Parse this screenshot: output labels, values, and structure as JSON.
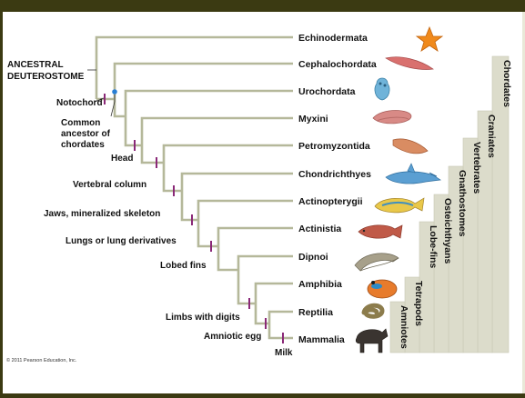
{
  "root_label_line1": "ANCESTRAL",
  "root_label_line2": "DEUTEROSTOME",
  "taxa": [
    "Echinodermata",
    "Cephalochordata",
    "Urochordata",
    "Myxini",
    "Petromyzontida",
    "Chondrichthyes",
    "Actinopterygii",
    "Actinistia",
    "Dipnoi",
    "Amphibia",
    "Reptilia",
    "Mammalia"
  ],
  "characters": {
    "notochord": "Notochord",
    "common_ancestor_1": "Common",
    "common_ancestor_2": "ancestor of",
    "common_ancestor_3": "chordates",
    "head": "Head",
    "vertebral_column": "Vertebral column",
    "jaws": "Jaws, mineralized skeleton",
    "lungs": "Lungs or lung derivatives",
    "lobed_fins": "Lobed fins",
    "limbs": "Limbs with digits",
    "amniotic_egg": "Amniotic egg",
    "milk": "Milk"
  },
  "clades": [
    "Chordates",
    "Craniates",
    "Vertebrates",
    "Gnathostomes",
    "Osteichthyans",
    "Lobe-fins",
    "Tetrapods",
    "Amniotes"
  ],
  "copyright": "© 2011 Pearson Education, Inc.",
  "colors": {
    "tree": "#b5b89a",
    "tick": "#8a2877",
    "node": "#2a7fd4",
    "bar": "#dcdccb",
    "frame": "#3b3a12"
  },
  "icons": [
    "starfish-icon",
    "lancelet-icon",
    "tunicate-icon",
    "hagfish-icon",
    "lamprey-icon",
    "shark-icon",
    "ray-finned-fish-icon",
    "coelacanth-icon",
    "lungfish-icon",
    "frog-icon",
    "snake-icon",
    "wildebeest-icon"
  ]
}
